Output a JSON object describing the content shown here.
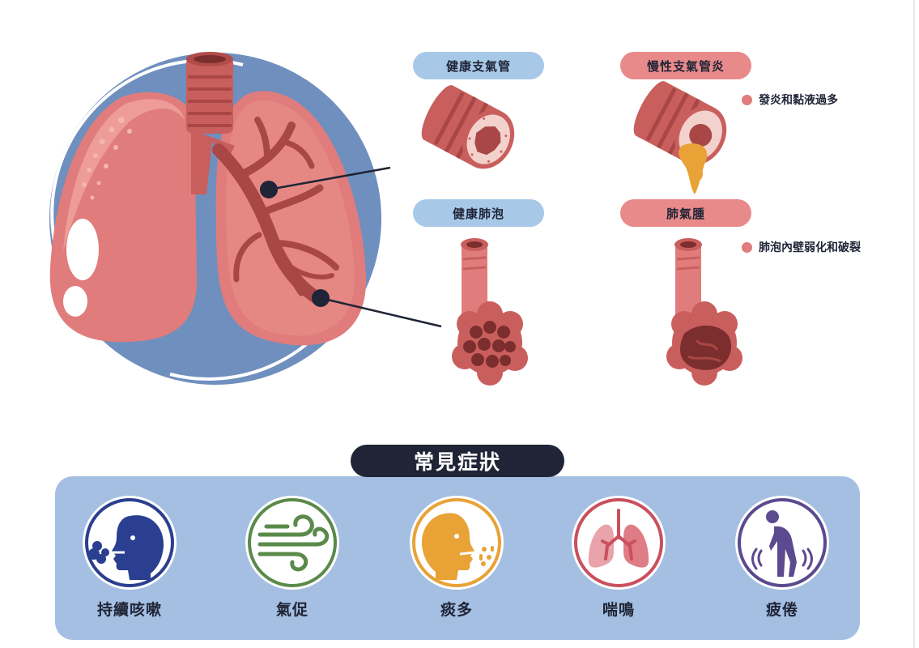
{
  "diagram": {
    "labels": {
      "healthy_bronchus": "健康支氣管",
      "chronic_bronchitis": "慢性支氣管炎",
      "healthy_alveoli": "健康肺泡",
      "emphysema": "肺氣腫"
    },
    "notes": {
      "bronchitis_note": "發炎和黏液過多",
      "emphysema_note": "肺泡內壁弱化和破裂"
    }
  },
  "symptoms": {
    "title": "常見症狀",
    "items": [
      {
        "label": "持續咳嗽",
        "icon": "coughing-head-icon",
        "color": "#2a3f8f"
      },
      {
        "label": "氣促",
        "icon": "wind-icon",
        "color": "#5a8a4a"
      },
      {
        "label": "痰多",
        "icon": "phlegm-head-icon",
        "color": "#e8a236"
      },
      {
        "label": "喘鳴",
        "icon": "lungs-icon",
        "color": "#c9505e"
      },
      {
        "label": "疲倦",
        "icon": "tired-person-icon",
        "color": "#5b4a8f"
      }
    ]
  },
  "colors": {
    "navy": "#1f2436",
    "circle_bg": "#6f8fbe",
    "lung": "#e07c7c",
    "pill_blue": "#a8c8e8",
    "pill_red": "#e98a8a",
    "panel": "#a4bfe2"
  }
}
